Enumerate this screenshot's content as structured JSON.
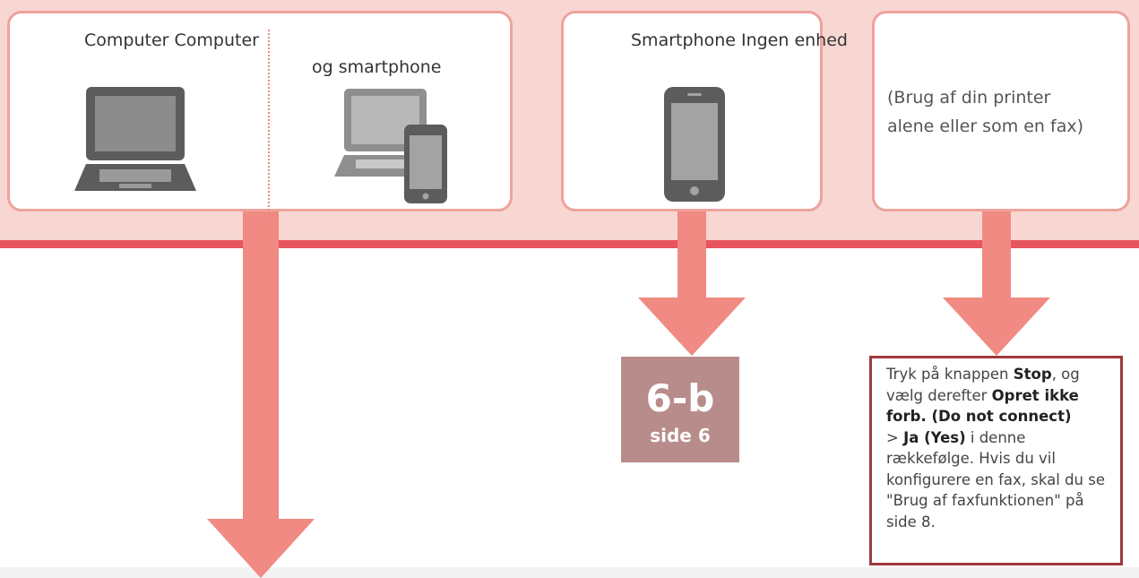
{
  "options": [
    {
      "label_left": "Computer Computer",
      "label_right": "og smartphone"
    },
    {
      "label": "Smartphone Ingen enhed"
    },
    {
      "description_line1": "(Brug af din printer",
      "description_line2": "alene eller som en fax)"
    }
  ],
  "reference": {
    "number": "6-b",
    "page": "side 6"
  },
  "instruction": {
    "t1": "Tryk på knappen ",
    "b1": "Stop",
    "t2": ", og vælg derefter ",
    "b2": "Opret ikke forb. (Do not connect)",
    "t3": " > ",
    "b3": "Ja (Yes)",
    "t4": " i denne rækkefølge. Hvis du vil konfigurere en fax, skal du se \"Brug af faxfunktionen\" på side 8."
  },
  "colors": {
    "arrow": "#f08a82",
    "band": "#f8d7d3",
    "line": "#e8545c",
    "reference_box": "#b98c8c",
    "instruction_border": "#9e3a3e"
  },
  "icons": [
    "laptop-icon",
    "laptop-smartphone-icon",
    "smartphone-icon"
  ]
}
